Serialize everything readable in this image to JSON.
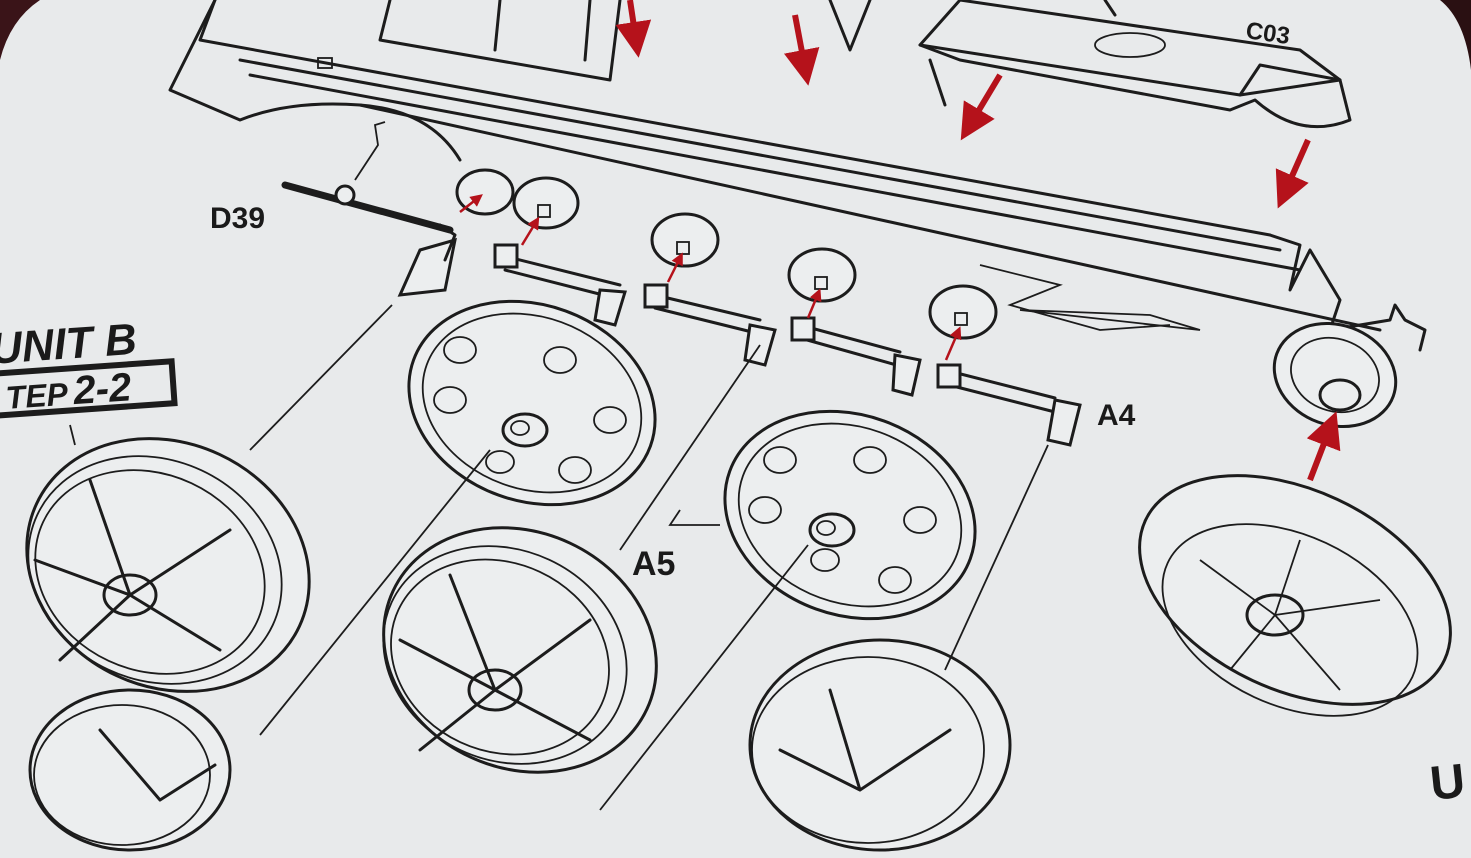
{
  "title": "Model kit assembly instructions - suspension and wheels",
  "step_header": {
    "unit": "UNIT B",
    "step_prefix": "TEP",
    "step_number": "2-2"
  },
  "part_labels": {
    "c03": "C03",
    "d39": "D39",
    "a4": "A4",
    "a5": "A5",
    "edge_letter": "U"
  },
  "colors": {
    "paper": "#e8eaeb",
    "ink": "#1c1c1c",
    "arrow_red": "#b5121b"
  }
}
